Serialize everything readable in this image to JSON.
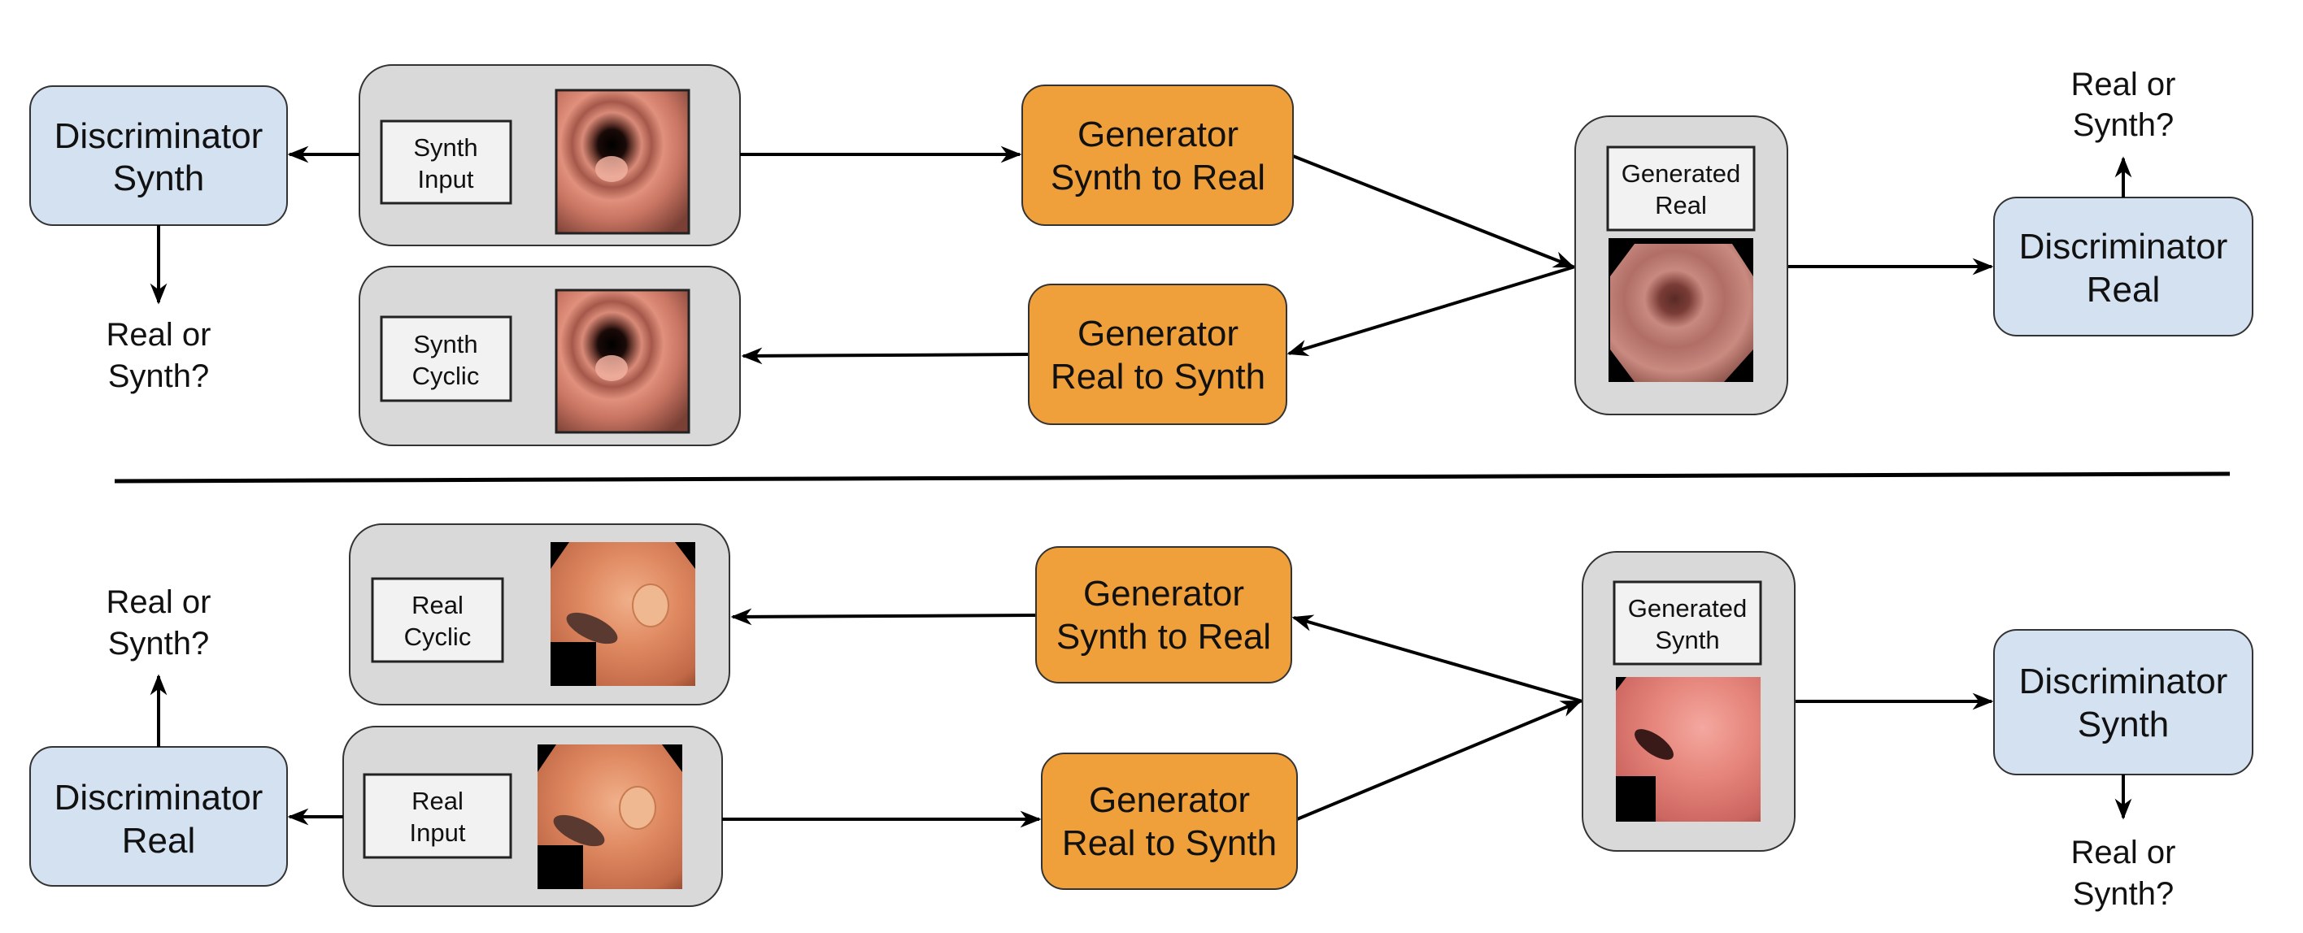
{
  "diagram": {
    "type": "cycle-gan-architecture",
    "colors": {
      "discriminator_fill": "#D4E1F0",
      "generator_fill": "#F0A03A",
      "container_fill": "#D9D9D9",
      "label_fill": "#F2F2F2",
      "stroke": "#333333",
      "arrow": "#000000"
    },
    "top": {
      "disc_left": {
        "line1": "Discriminator",
        "line2": "Synth"
      },
      "disc_left_output": {
        "line1": "Real or",
        "line2": "Synth?"
      },
      "input_panel": {
        "line1": "Synth",
        "line2": "Input",
        "image": "synthetic-colon-render"
      },
      "cyclic_panel": {
        "line1": "Synth",
        "line2": "Cyclic",
        "image": "synthetic-colon-render"
      },
      "gen_forward": {
        "line1": "Generator",
        "line2": "Synth to Real"
      },
      "gen_backward": {
        "line1": "Generator",
        "line2": "Real to Synth"
      },
      "generated_panel": {
        "line1": "Generated",
        "line2": "Real",
        "image": "generated-real-colon"
      },
      "disc_right": {
        "line1": "Discriminator",
        "line2": "Real"
      },
      "disc_right_output": {
        "line1": "Real or",
        "line2": "Synth?"
      }
    },
    "bottom": {
      "disc_left": {
        "line1": "Discriminator",
        "line2": "Real"
      },
      "disc_left_output": {
        "line1": "Real or",
        "line2": "Synth?"
      },
      "cyclic_panel": {
        "line1": "Real",
        "line2": "Cyclic",
        "image": "real-colonoscopy-polyp"
      },
      "input_panel": {
        "line1": "Real",
        "line2": "Input",
        "image": "real-colonoscopy-polyp"
      },
      "gen_backward": {
        "line1": "Generator",
        "line2": "Synth to Real"
      },
      "gen_forward": {
        "line1": "Generator",
        "line2": "Real to Synth"
      },
      "generated_panel": {
        "line1": "Generated",
        "line2": "Synth",
        "image": "generated-synth-colon"
      },
      "disc_right": {
        "line1": "Discriminator",
        "line2": "Synth"
      },
      "disc_right_output": {
        "line1": "Real or",
        "line2": "Synth?"
      }
    }
  }
}
